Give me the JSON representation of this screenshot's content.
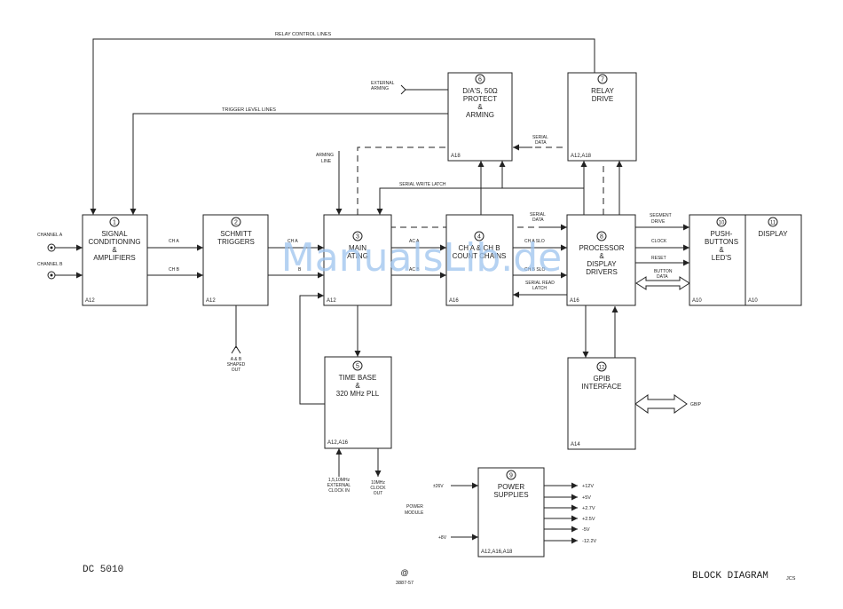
{
  "diagram": {
    "blocks": [
      {
        "id": "1",
        "lines": [
          "SIGNAL",
          "CONDITIONING",
          "&",
          "AMPLIFIERS"
        ],
        "ref": "A12"
      },
      {
        "id": "2",
        "lines": [
          "SCHMITT",
          "TRIGGERS"
        ],
        "ref": "A12"
      },
      {
        "id": "3",
        "lines": [
          "MAIN",
          "ATING"
        ],
        "ref": "A12"
      },
      {
        "id": "4",
        "lines": [
          "CH A & CH B",
          "COUNT CHAINS"
        ],
        "ref": "A16"
      },
      {
        "id": "5",
        "lines": [
          "TIME BASE",
          "&",
          "320 MHz PLL"
        ],
        "ref": "A12,A16"
      },
      {
        "id": "6",
        "lines": [
          "D/A'S, 50Ω",
          "PROTECT",
          "&",
          "ARMING"
        ],
        "ref": "A18"
      },
      {
        "id": "7",
        "lines": [
          "RELAY",
          "DRIVE"
        ],
        "ref": "A12,A18"
      },
      {
        "id": "8",
        "lines": [
          "PROCESSOR",
          "&",
          "DISPLAY",
          "DRIVERS"
        ],
        "ref": "A16"
      },
      {
        "id": "9",
        "lines": [
          "POWER",
          "SUPPLIES"
        ],
        "ref": "A12,A16,A18"
      },
      {
        "id": "10",
        "lines": [
          "PUSH-",
          "BUTTONS",
          "&",
          "LED'S"
        ],
        "ref": "A10"
      },
      {
        "id": "11",
        "lines": [
          "DISPLAY"
        ],
        "ref": "A10"
      },
      {
        "id": "12",
        "lines": [
          "GPIB",
          "INTERFACE"
        ],
        "ref": "A14"
      }
    ],
    "labels": {
      "relay_control": "RELAY CONTROL LINES",
      "trigger_level": "TRIGGER LEVEL LINES",
      "external_arming": [
        "EXTERNAL",
        "ARMING"
      ],
      "arming_line": [
        "ARMING",
        "LINE"
      ],
      "serial_data_top": [
        "SERIAL",
        "DATA"
      ],
      "serial_write_latch": "SERIAL WRITE LATCH",
      "serial_data_mid": [
        "SERIAL",
        "DATA"
      ],
      "channel_a": "CHANNEL A",
      "channel_b": "CHANNEL B",
      "ch_a_1": "CH A",
      "ch_b_1": "CH B",
      "ch_a_2": "CH A",
      "ch_b_2": "B",
      "ac_a": "AC A",
      "ac_b": "AC B",
      "ch_a_slo": "CH A SLO",
      "ch_b_slo": "CH B SLO",
      "serial_read_latch": [
        "SERIAL READ",
        "LATCH"
      ],
      "segment_drive": [
        "SEGMENT",
        "DRIVE"
      ],
      "clock": "CLOCK",
      "reset": "RESET",
      "button_data": [
        "BUTTON",
        "DATA"
      ],
      "gpib": "GBIP",
      "shaped_out": [
        "A & B",
        "SHAPED",
        "OUT"
      ],
      "external_clock": [
        "1,5,10MHz",
        "EXTERNAL",
        "CLOCK IN"
      ],
      "clock_out": [
        "10MHz",
        "CLOCK",
        "OUT"
      ],
      "plus26": "±26V",
      "plus8": "+8V",
      "power_module": [
        "POWER",
        "MODULE"
      ],
      "supply_outputs": [
        "+12V",
        "+5V",
        "+2.7V",
        "+2.5V",
        "-5V",
        "-12.2V"
      ]
    },
    "footer": {
      "left": "DC 5010",
      "center_mark": "@",
      "center": "3887-57",
      "right": "BLOCK DIAGRAM",
      "initials": "JCS"
    },
    "watermark": "ManualsLib.de"
  }
}
